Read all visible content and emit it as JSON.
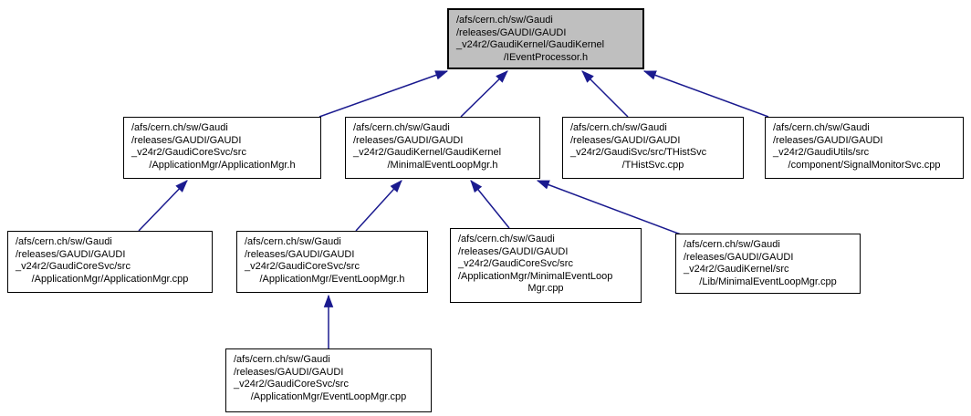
{
  "diagram": {
    "kind": "include-dependency-graph",
    "colors": {
      "edge": "#1a1a8f",
      "root_fill": "#bfbfbf",
      "node_fill": "#ffffff",
      "border": "#000000",
      "text": "#000000"
    },
    "nodes": [
      {
        "id": "ieventprocessor-h",
        "role": "current-file",
        "lines": [
          "/afs/cern.ch/sw/Gaudi",
          "/releases/GAUDI/GAUDI",
          "_v24r2/GaudiKernel/GaudiKernel",
          "/IEventProcessor.h"
        ]
      },
      {
        "id": "applicationmgr-h",
        "role": "includer",
        "lines": [
          "/afs/cern.ch/sw/Gaudi",
          "/releases/GAUDI/GAUDI",
          "_v24r2/GaudiCoreSvc/src",
          "/ApplicationMgr/ApplicationMgr.h"
        ]
      },
      {
        "id": "minimaleventloopmgr-h",
        "role": "includer",
        "lines": [
          "/afs/cern.ch/sw/Gaudi",
          "/releases/GAUDI/GAUDI",
          "_v24r2/GaudiKernel/GaudiKernel",
          "/MinimalEventLoopMgr.h"
        ]
      },
      {
        "id": "thistsvc-cpp",
        "role": "includer",
        "lines": [
          "/afs/cern.ch/sw/Gaudi",
          "/releases/GAUDI/GAUDI",
          "_v24r2/GaudiSvc/src/THistSvc",
          "/THistSvc.cpp"
        ]
      },
      {
        "id": "signalmonitorsvc-cpp",
        "role": "includer",
        "lines": [
          "/afs/cern.ch/sw/Gaudi",
          "/releases/GAUDI/GAUDI",
          "_v24r2/GaudiUtils/src",
          "/component/SignalMonitorSvc.cpp"
        ]
      },
      {
        "id": "applicationmgr-cpp",
        "role": "includer",
        "lines": [
          "/afs/cern.ch/sw/Gaudi",
          "/releases/GAUDI/GAUDI",
          "_v24r2/GaudiCoreSvc/src",
          "/ApplicationMgr/ApplicationMgr.cpp"
        ]
      },
      {
        "id": "eventloopmgr-h",
        "role": "includer",
        "lines": [
          "/afs/cern.ch/sw/Gaudi",
          "/releases/GAUDI/GAUDI",
          "_v24r2/GaudiCoreSvc/src",
          "/ApplicationMgr/EventLoopMgr.h"
        ]
      },
      {
        "id": "minimaleventloopmgr-cpp",
        "role": "includer",
        "lines": [
          "/afs/cern.ch/sw/Gaudi",
          "/releases/GAUDI/GAUDI",
          "_v24r2/GaudiCoreSvc/src",
          "/ApplicationMgr/MinimalEventLoop",
          "Mgr.cpp"
        ]
      },
      {
        "id": "lib-minimaleventloopmgr-cpp",
        "role": "includer",
        "lines": [
          "/afs/cern.ch/sw/Gaudi",
          "/releases/GAUDI/GAUDI",
          "_v24r2/GaudiKernel/src",
          "/Lib/MinimalEventLoopMgr.cpp"
        ]
      },
      {
        "id": "eventloopmgr-cpp",
        "role": "includer",
        "lines": [
          "/afs/cern.ch/sw/Gaudi",
          "/releases/GAUDI/GAUDI",
          "_v24r2/GaudiCoreSvc/src",
          "/ApplicationMgr/EventLoopMgr.cpp"
        ]
      }
    ],
    "edges": [
      {
        "from": "applicationmgr-h",
        "to": "ieventprocessor-h"
      },
      {
        "from": "minimaleventloopmgr-h",
        "to": "ieventprocessor-h"
      },
      {
        "from": "thistsvc-cpp",
        "to": "ieventprocessor-h"
      },
      {
        "from": "signalmonitorsvc-cpp",
        "to": "ieventprocessor-h"
      },
      {
        "from": "applicationmgr-cpp",
        "to": "applicationmgr-h"
      },
      {
        "from": "eventloopmgr-h",
        "to": "minimaleventloopmgr-h"
      },
      {
        "from": "minimaleventloopmgr-cpp",
        "to": "minimaleventloopmgr-h"
      },
      {
        "from": "lib-minimaleventloopmgr-cpp",
        "to": "minimaleventloopmgr-h"
      },
      {
        "from": "eventloopmgr-cpp",
        "to": "eventloopmgr-h"
      }
    ]
  }
}
